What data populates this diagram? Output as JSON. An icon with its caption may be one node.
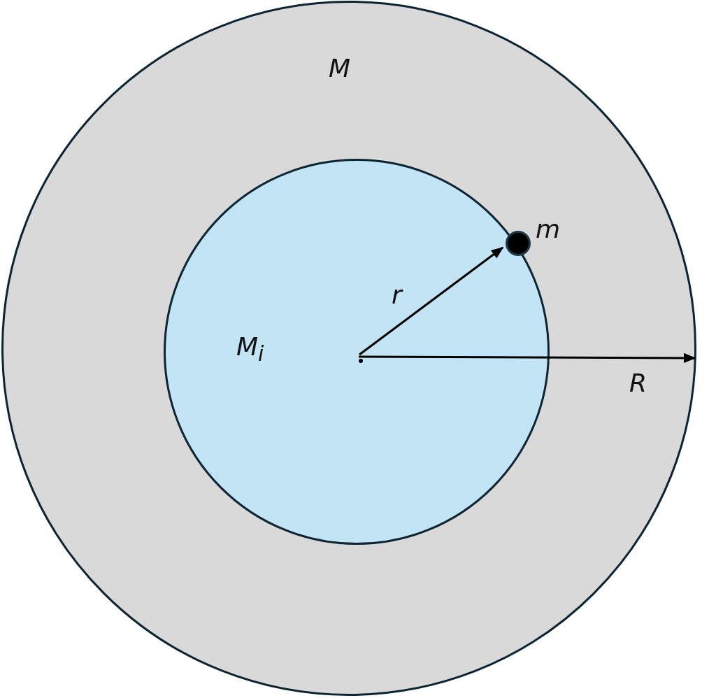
{
  "diagram": {
    "nodes": [
      {
        "text": [
          "M"
        ]
      },
      {
        "text": [
          "M$_{i}$"
        ],
        "in": 0
      },
      {
        "text": [],
        "shape": "circle",
        "beside": [
          "m"
        ],
        "in": 1
      },
      {
        "text": [],
        "shape": "circle",
        "in": 1
      }
    ],
    "edges": [
      {
        "from": 3,
        "to": 2,
        "arrow": "to",
        "label": "r"
      },
      {
        "from": 3,
        "to": 0,
        "arrow": "to",
        "label": "R"
      }
    ]
  }
}
